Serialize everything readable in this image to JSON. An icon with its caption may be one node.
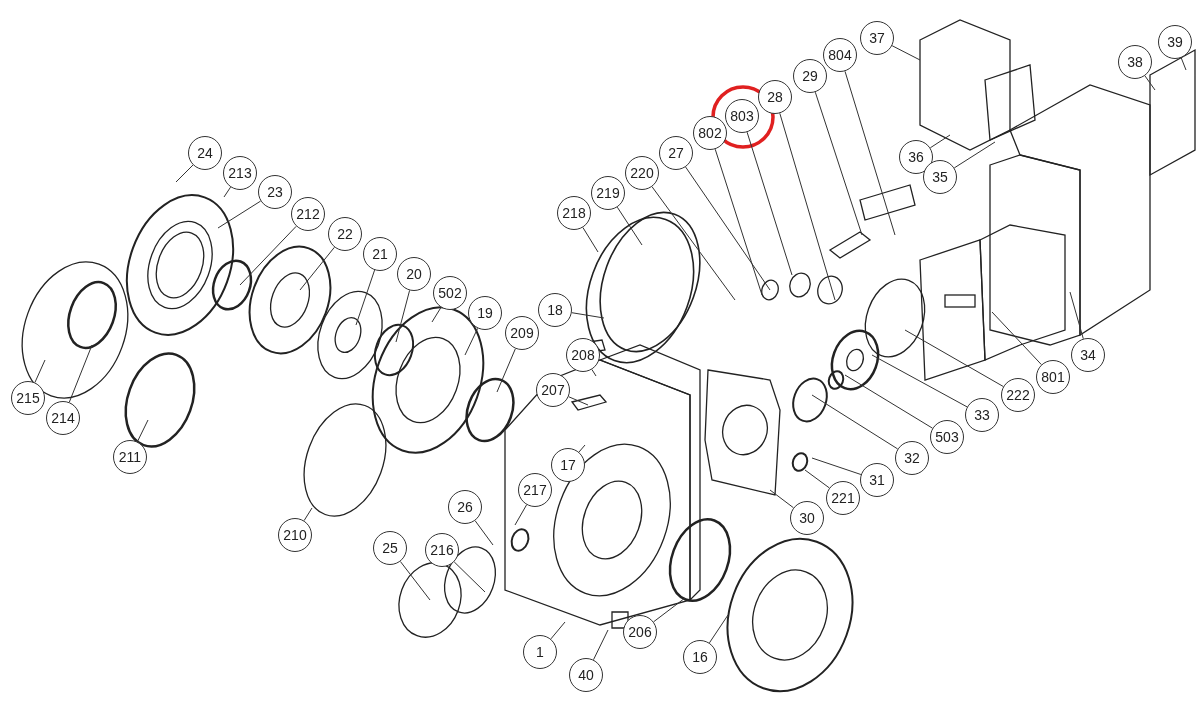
{
  "diagram": {
    "nodes": [
      {
        "text": [
          "24"
        ]
      },
      {
        "text": [
          "213"
        ]
      },
      {
        "text": [
          "23"
        ]
      },
      {
        "text": [
          "212"
        ]
      },
      {
        "text": [
          "22"
        ]
      },
      {
        "text": [
          "21"
        ]
      },
      {
        "text": [
          "20"
        ]
      },
      {
        "text": [
          "502"
        ]
      },
      {
        "text": [
          "19"
        ]
      },
      {
        "text": [
          "209"
        ]
      },
      {
        "text": [
          "18"
        ]
      },
      {
        "text": [
          "208"
        ]
      },
      {
        "text": [
          "207"
        ]
      },
      {
        "text": [
          "17"
        ]
      },
      {
        "text": [
          "217"
        ]
      },
      {
        "text": [
          "26"
        ]
      },
      {
        "text": [
          "216"
        ]
      },
      {
        "text": [
          "25"
        ]
      },
      {
        "text": [
          "215"
        ]
      },
      {
        "text": [
          "214"
        ]
      },
      {
        "text": [
          "211"
        ]
      },
      {
        "text": [
          "210"
        ]
      },
      {
        "text": [
          "1"
        ]
      },
      {
        "text": [
          "40"
        ]
      },
      {
        "text": [
          "206"
        ]
      },
      {
        "text": [
          "16"
        ]
      },
      {
        "text": [
          "30"
        ]
      },
      {
        "text": [
          "221"
        ]
      },
      {
        "text": [
          "31"
        ]
      },
      {
        "text": [
          "32"
        ]
      },
      {
        "text": [
          "503"
        ]
      },
      {
        "text": [
          "33"
        ]
      },
      {
        "text": [
          "222"
        ]
      },
      {
        "text": [
          "801"
        ]
      },
      {
        "text": [
          "34"
        ]
      },
      {
        "text": [
          "218"
        ]
      },
      {
        "text": [
          "219"
        ]
      },
      {
        "text": [
          "220"
        ]
      },
      {
        "text": [
          "27"
        ]
      },
      {
        "text": [
          "802"
        ]
      },
      {
        "text": [
          "803"
        ]
      },
      {
        "text": [
          "28"
        ]
      },
      {
        "text": [
          "29"
        ]
      },
      {
        "text": [
          "804"
        ]
      },
      {
        "text": [
          "37"
        ]
      },
      {
        "text": [
          "36"
        ]
      },
      {
        "text": [
          "35"
        ]
      },
      {
        "text": [
          "38"
        ]
      },
      {
        "text": [
          "39"
        ]
      }
    ],
    "edges": [
      {
        "from": 0,
        "to": null,
        "arrow": "none"
      },
      {
        "from": 1,
        "to": null,
        "arrow": "none"
      },
      {
        "from": 2,
        "to": null,
        "arrow": "none"
      },
      {
        "from": 3,
        "to": null,
        "arrow": "none"
      },
      {
        "from": 4,
        "to": null,
        "arrow": "none"
      },
      {
        "from": 5,
        "to": null,
        "arrow": "none"
      },
      {
        "from": 6,
        "to": null,
        "arrow": "none"
      },
      {
        "from": 7,
        "to": null,
        "arrow": "none"
      },
      {
        "from": 8,
        "to": null,
        "arrow": "none"
      },
      {
        "from": 9,
        "to": null,
        "arrow": "none"
      },
      {
        "from": 10,
        "to": null,
        "arrow": "none"
      },
      {
        "from": 11,
        "to": null,
        "arrow": "none"
      },
      {
        "from": 12,
        "to": null,
        "arrow": "none"
      },
      {
        "from": 13,
        "to": null,
        "arrow": "none"
      },
      {
        "from": 14,
        "to": null,
        "arrow": "none"
      },
      {
        "from": 15,
        "to": null,
        "arrow": "none"
      },
      {
        "from": 16,
        "to": null,
        "arrow": "none"
      },
      {
        "from": 17,
        "to": null,
        "arrow": "none"
      },
      {
        "from": 18,
        "to": null,
        "arrow": "none"
      },
      {
        "from": 19,
        "to": null,
        "arrow": "none"
      },
      {
        "from": 20,
        "to": null,
        "arrow": "none"
      },
      {
        "from": 21,
        "to": null,
        "arrow": "none"
      },
      {
        "from": 22,
        "to": null,
        "arrow": "none"
      },
      {
        "from": 23,
        "to": null,
        "arrow": "none"
      },
      {
        "from": 24,
        "to": null,
        "arrow": "none"
      },
      {
        "from": 25,
        "to": null,
        "arrow": "none"
      },
      {
        "from": 26,
        "to": null,
        "arrow": "none"
      },
      {
        "from": 27,
        "to": null,
        "arrow": "none"
      },
      {
        "from": 28,
        "to": null,
        "arrow": "none"
      },
      {
        "from": 29,
        "to": null,
        "arrow": "none"
      },
      {
        "from": 30,
        "to": null,
        "arrow": "none"
      },
      {
        "from": 31,
        "to": null,
        "arrow": "none"
      },
      {
        "from": 32,
        "to": null,
        "arrow": "none"
      },
      {
        "from": 33,
        "to": null,
        "arrow": "none"
      },
      {
        "from": 34,
        "to": null,
        "arrow": "none"
      },
      {
        "from": 35,
        "to": null,
        "arrow": "none"
      },
      {
        "from": 36,
        "to": null,
        "arrow": "none"
      },
      {
        "from": 37,
        "to": null,
        "arrow": "none"
      },
      {
        "from": 38,
        "to": null,
        "arrow": "none"
      },
      {
        "from": 39,
        "to": null,
        "arrow": "none"
      },
      {
        "from": 40,
        "to": null,
        "arrow": "none"
      },
      {
        "from": 41,
        "to": null,
        "arrow": "none"
      },
      {
        "from": 42,
        "to": null,
        "arrow": "none"
      },
      {
        "from": 43,
        "to": null,
        "arrow": "none"
      },
      {
        "from": 44,
        "to": null,
        "arrow": "none"
      },
      {
        "from": 45,
        "to": null,
        "arrow": "none"
      },
      {
        "from": 46,
        "to": null,
        "arrow": "none"
      },
      {
        "from": 47,
        "to": null,
        "arrow": "none"
      },
      {
        "from": 48,
        "to": null,
        "arrow": "none"
      }
    ]
  }
}
